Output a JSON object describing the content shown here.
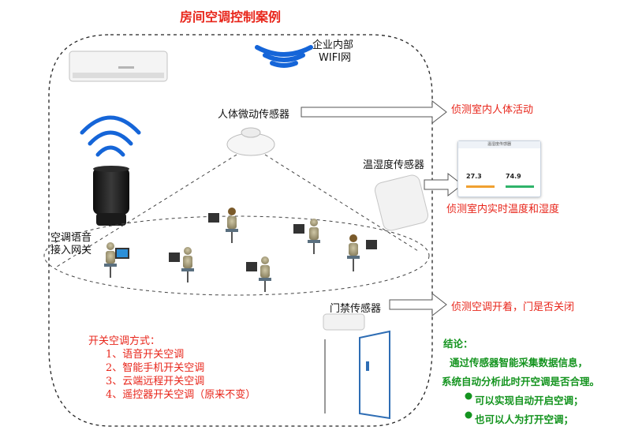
{
  "title": "房间空调控制案例",
  "wifi": {
    "line1": "企业内部",
    "line2": "WIFI网"
  },
  "sensors": {
    "motion": "人体微动传感器",
    "temp_humidity": "温湿度传感器",
    "door": "门禁传感器"
  },
  "voice_label": {
    "line1": "空调语音",
    "line2": "接入网关"
  },
  "arrows": {
    "motion": "侦测室内人体活动",
    "temp_humidity": "侦测室内实时温度和湿度",
    "door": "侦测空调开着，门是否关闭"
  },
  "phone_screen": {
    "title": "温湿度传感器",
    "temp_value": "27.3",
    "humidity_value": "74.9"
  },
  "methods": {
    "heading": "开关空调方式：",
    "items": [
      "1、语音开关空调",
      "2、智能手机开关空调",
      "3、云端远程开关空调",
      "4、遥控器开关空调（原来不变）"
    ]
  },
  "conclusion": {
    "heading": "结论：",
    "line1": "通过传感器智能采集数据信息，",
    "line2": "系统自动分析此时开空调是否合理。",
    "bullet1": "可以实现自动开启空调；",
    "bullet2": "也可以人为打开空调；"
  },
  "colors": {
    "title_red": "#e8261b",
    "green": "#14941f",
    "wifi_blue": "#1565d8"
  }
}
